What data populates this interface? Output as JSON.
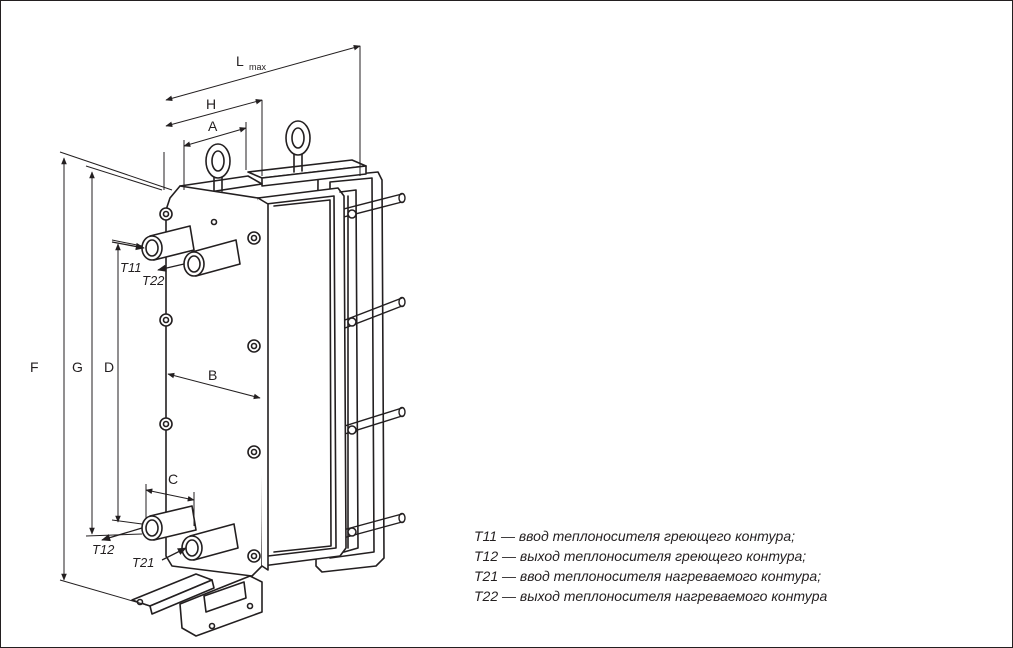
{
  "dimensions": {
    "lmax": "L",
    "lmax_sub": "max",
    "h": "H",
    "a": "A",
    "f": "F",
    "g": "G",
    "d": "D",
    "b": "B",
    "c": "C"
  },
  "ports": {
    "t11": "T11",
    "t22": "T22",
    "t12": "T12",
    "t21": "T21"
  },
  "legend": [
    "T11 — ввод теплоносителя греющего контура;",
    "T12 — выход теплоносителя греющего контура;",
    "T21 — ввод теплоносителя нагреваемого контура;",
    "T22 — выход теплоносителя нагреваемого контура"
  ]
}
